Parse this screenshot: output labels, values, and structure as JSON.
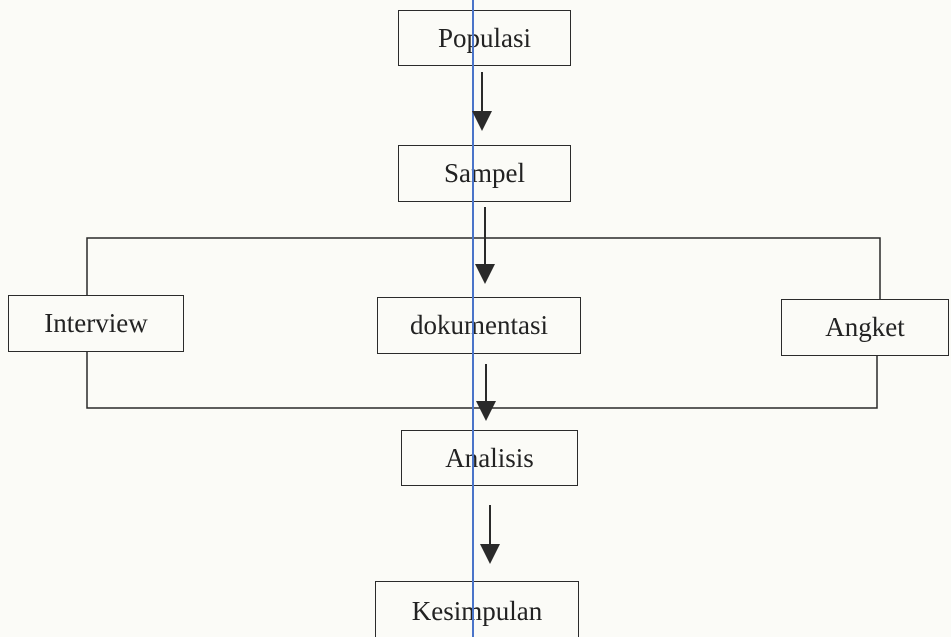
{
  "diagram": {
    "nodes": {
      "populasi": "Populasi",
      "sampel": "Sampel",
      "interview": "Interview",
      "dokumentasi": "dokumentasi",
      "angket": "Angket",
      "analisis": "Analisis",
      "kesimpulan": "Kesimpulan"
    },
    "colors": {
      "ink": "#2a2a2a",
      "guide_line": "#4a74c9",
      "background": "#fbfbf7"
    }
  }
}
